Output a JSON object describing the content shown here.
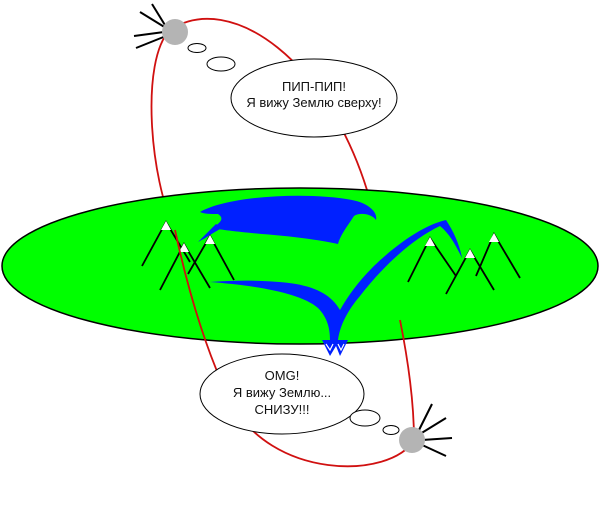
{
  "bubbles": {
    "top": {
      "line1": "ПИП-ПИП!",
      "line2": "Я вижу Землю сверху!"
    },
    "bottom": {
      "line1": "OMG!",
      "line2": "Я вижу Землю...",
      "line3": "СНИЗУ!!!"
    }
  },
  "colors": {
    "earth": "#00ff00",
    "water": "#0020ff",
    "orbit": "#d01010",
    "satellite": "#b4b4b4",
    "outline": "#000000"
  }
}
